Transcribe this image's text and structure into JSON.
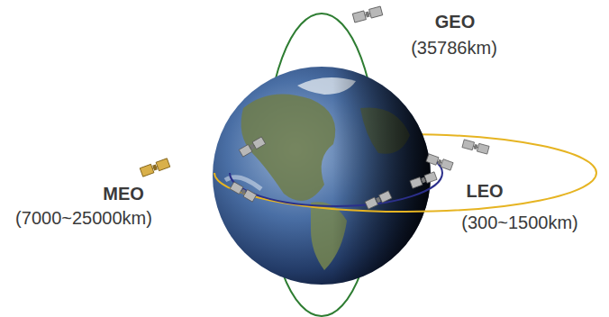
{
  "diagram": {
    "labels": [
      "GEO",
      "(35786km)",
      "MEO",
      "(7000~25000km)",
      "LEO",
      "(300~1500km)"
    ]
  }
}
